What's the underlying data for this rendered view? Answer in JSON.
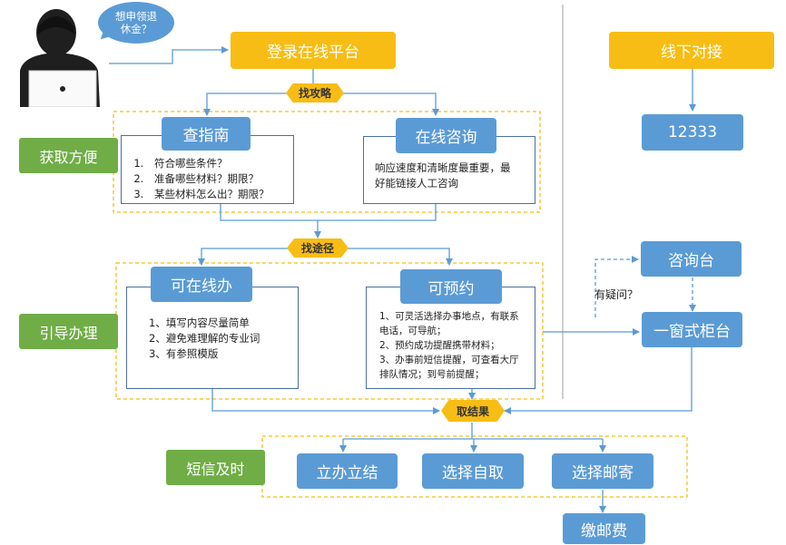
{
  "user": {
    "bubble_lines": [
      "想申领退",
      "休金？"
    ]
  },
  "nodes": {
    "login": "登录在线平台",
    "offline": "线下对接",
    "hotline": "12333",
    "guide": "查指南",
    "consult": "在线咨询",
    "online_do": "可在线办",
    "reserve": "可预约",
    "desk": "咨询台",
    "counter": "一窗式柜台",
    "instant": "立办立结",
    "pickup": "选择自取",
    "mail": "选择邮寄",
    "postage": "缴邮费"
  },
  "connectors": {
    "find_tips": "找攻略",
    "find_path": "找途径",
    "get_result": "取结果"
  },
  "side_labels": {
    "convenient": "获取方便",
    "guide_handle": "引导办理",
    "sms": "短信及时"
  },
  "edge_labels": {
    "doubt": "有疑问？"
  },
  "details": {
    "guide_items": [
      "符合哪些条件？",
      "准备哪些材料？期限？",
      "某些材料怎么出？期限？"
    ],
    "consult_lines": [
      "响应速度和清晰度最重要，最",
      "好能链接人工咨询"
    ],
    "online_lines": [
      "1、填写内容尽量简单",
      "2、避免难理解的专业词",
      "3、有参照模版"
    ],
    "reserve_lines": [
      "1、可灵活选择办事地点，有联系",
      "电话，可导航；",
      "2、预约成功提醒携带材料；",
      "3、办事前短信提醒，可查看大厅",
      "排队情况；到号前提醒；"
    ]
  },
  "colors": {
    "yellow": "#f8bd14",
    "blue": "#5b9bd5",
    "green": "#70ad47",
    "line": "#5b9bd5",
    "dash": "#f8bd14"
  }
}
